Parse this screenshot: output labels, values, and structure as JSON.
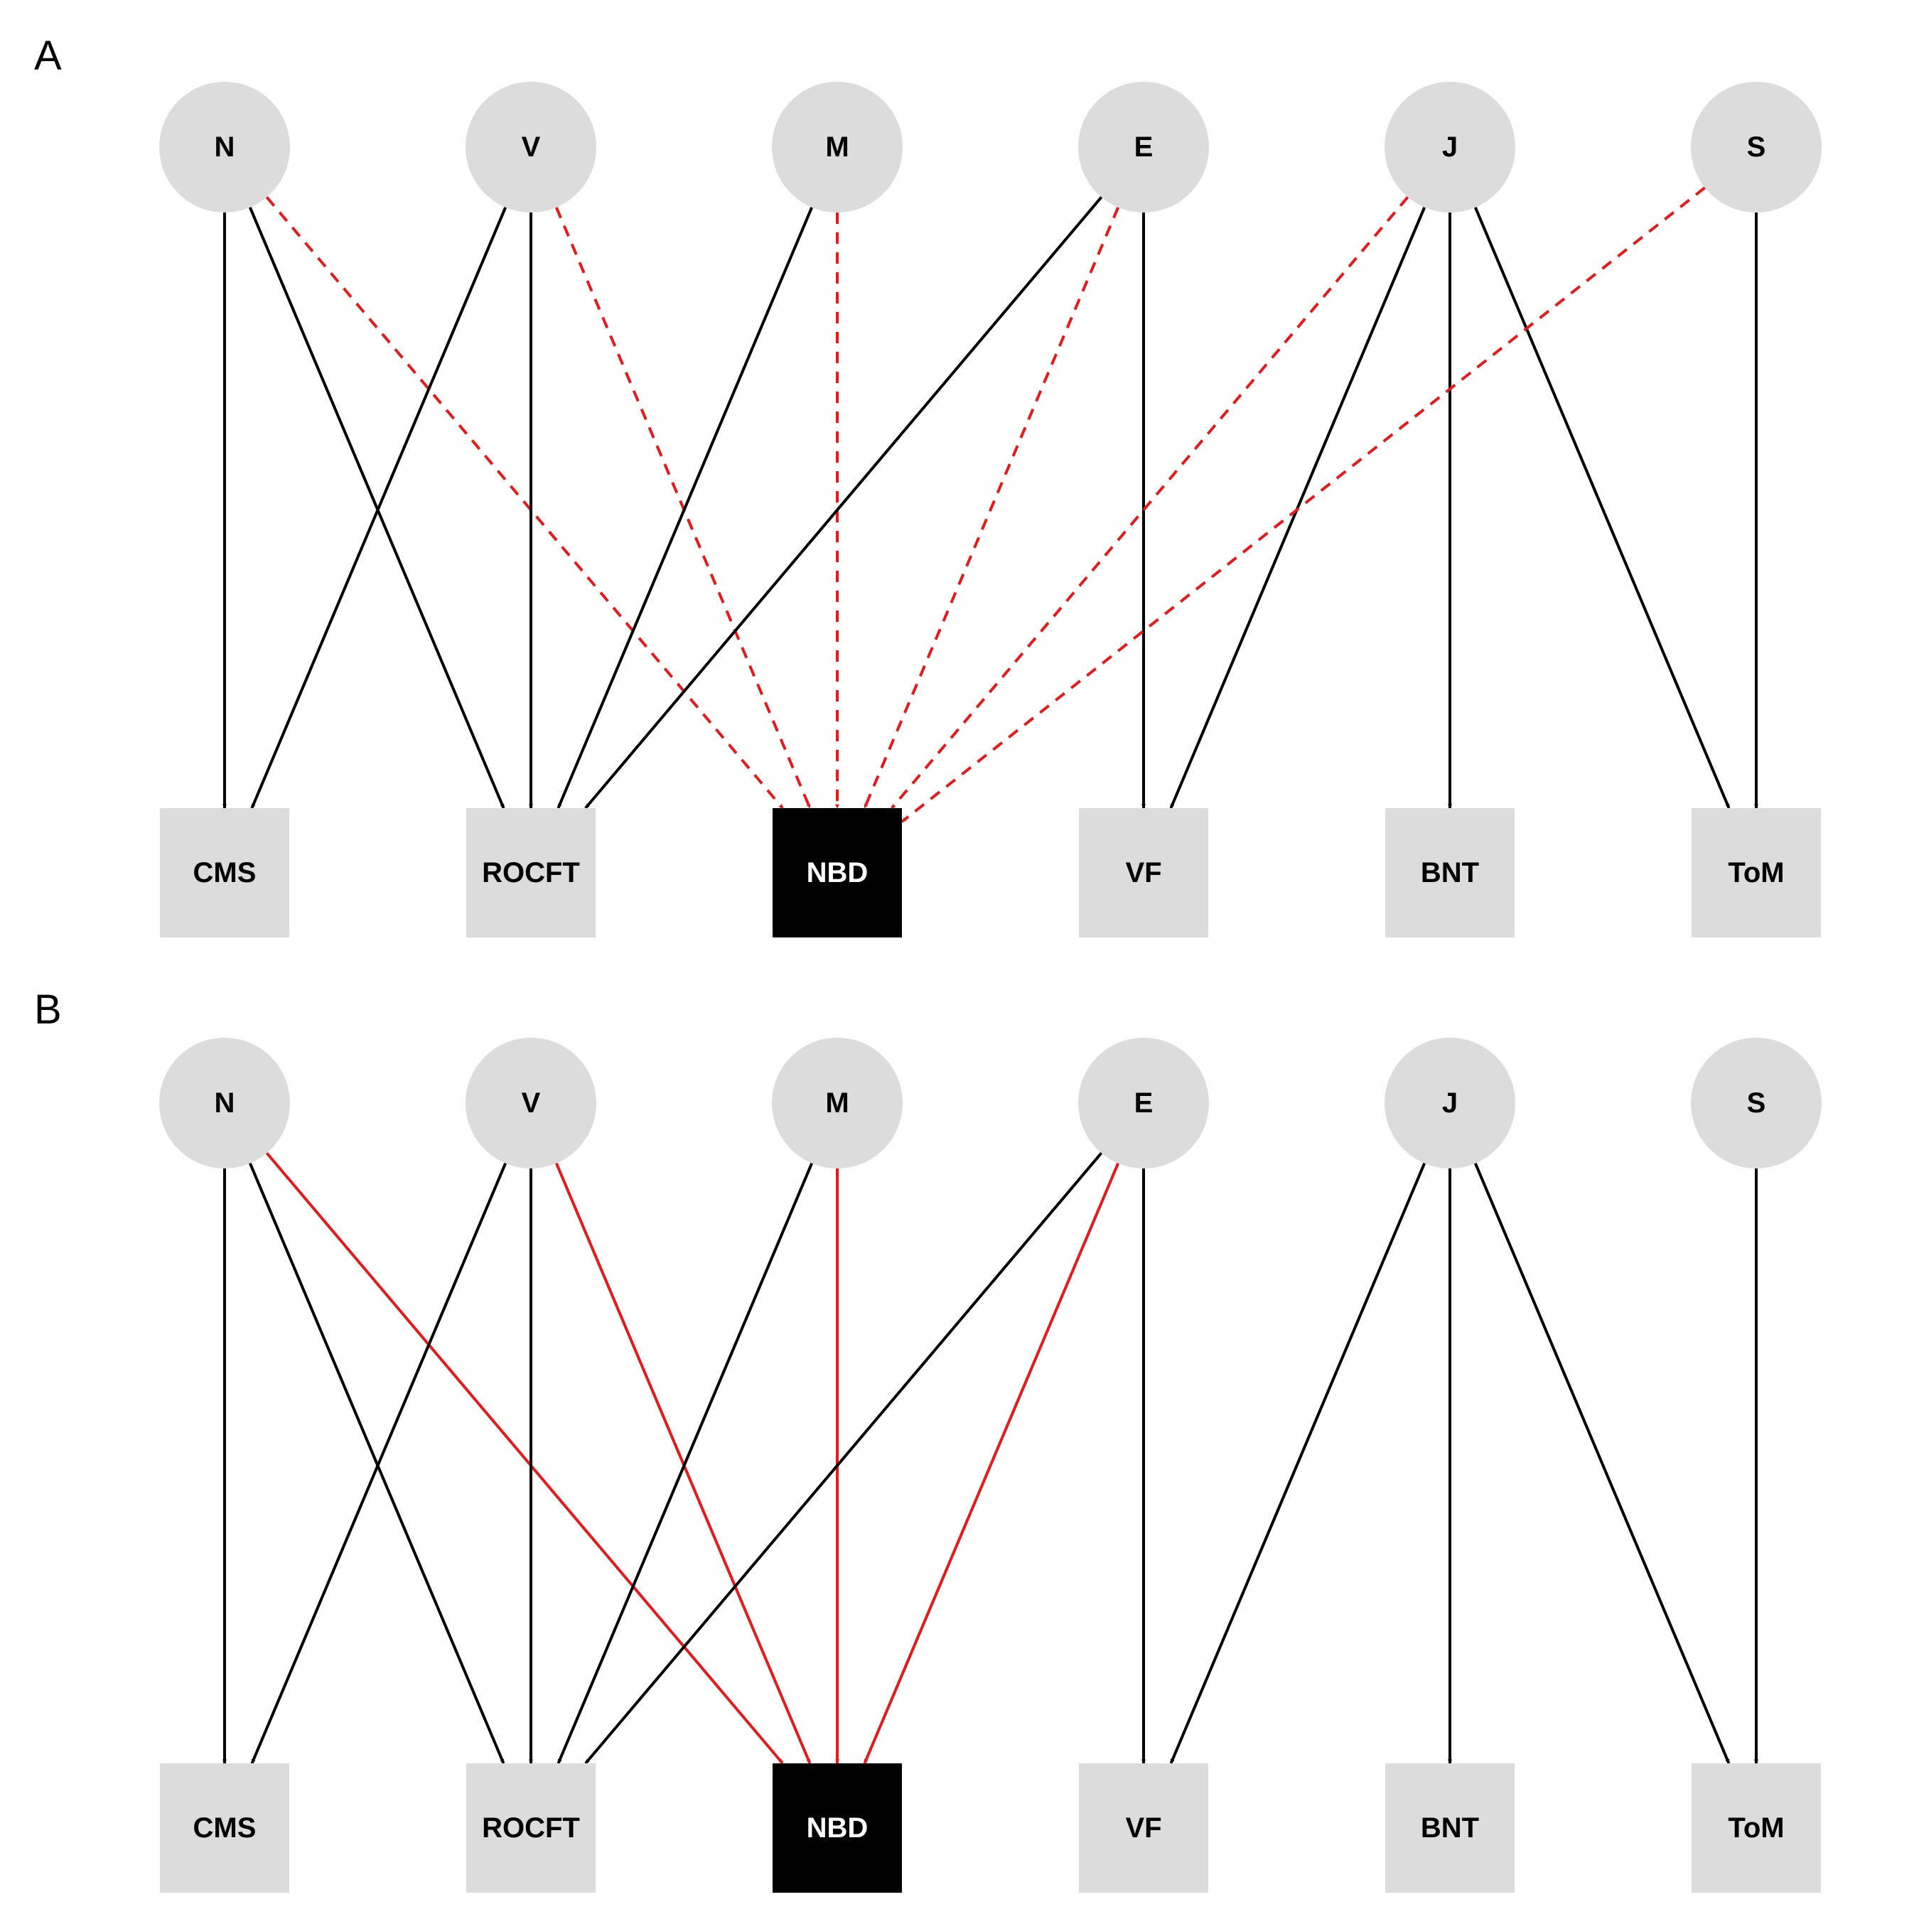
{
  "panels": [
    {
      "label": "A",
      "latent_nodes": [
        "N",
        "V",
        "M",
        "E",
        "J",
        "S"
      ],
      "observed_nodes": [
        "CMS",
        "ROCFT",
        "NBD",
        "VF",
        "BNT",
        "ToM"
      ],
      "highlighted_node": "NBD",
      "edges": [
        {
          "from": "N",
          "to": "CMS",
          "color": "#000000",
          "style": "solid"
        },
        {
          "from": "N",
          "to": "ROCFT",
          "color": "#000000",
          "style": "solid"
        },
        {
          "from": "N",
          "to": "NBD",
          "color": "#e41a1c",
          "style": "dashed"
        },
        {
          "from": "V",
          "to": "CMS",
          "color": "#000000",
          "style": "solid"
        },
        {
          "from": "V",
          "to": "ROCFT",
          "color": "#000000",
          "style": "solid"
        },
        {
          "from": "V",
          "to": "NBD",
          "color": "#e41a1c",
          "style": "dashed"
        },
        {
          "from": "M",
          "to": "ROCFT",
          "color": "#000000",
          "style": "solid"
        },
        {
          "from": "M",
          "to": "NBD",
          "color": "#e41a1c",
          "style": "dashed"
        },
        {
          "from": "E",
          "to": "ROCFT",
          "color": "#000000",
          "style": "solid"
        },
        {
          "from": "E",
          "to": "NBD",
          "color": "#e41a1c",
          "style": "dashed"
        },
        {
          "from": "E",
          "to": "VF",
          "color": "#000000",
          "style": "solid"
        },
        {
          "from": "J",
          "to": "NBD",
          "color": "#e41a1c",
          "style": "dashed"
        },
        {
          "from": "J",
          "to": "VF",
          "color": "#000000",
          "style": "solid"
        },
        {
          "from": "J",
          "to": "BNT",
          "color": "#000000",
          "style": "solid"
        },
        {
          "from": "J",
          "to": "ToM",
          "color": "#000000",
          "style": "solid"
        },
        {
          "from": "S",
          "to": "NBD",
          "color": "#e41a1c",
          "style": "dashed"
        },
        {
          "from": "S",
          "to": "ToM",
          "color": "#000000",
          "style": "solid"
        }
      ]
    },
    {
      "label": "B",
      "latent_nodes": [
        "N",
        "V",
        "M",
        "E",
        "J",
        "S"
      ],
      "observed_nodes": [
        "CMS",
        "ROCFT",
        "NBD",
        "VF",
        "BNT",
        "ToM"
      ],
      "highlighted_node": "NBD",
      "edges": [
        {
          "from": "N",
          "to": "CMS",
          "color": "#000000",
          "style": "solid"
        },
        {
          "from": "N",
          "to": "ROCFT",
          "color": "#000000",
          "style": "solid"
        },
        {
          "from": "N",
          "to": "NBD",
          "color": "#e41a1c",
          "style": "solid"
        },
        {
          "from": "V",
          "to": "CMS",
          "color": "#000000",
          "style": "solid"
        },
        {
          "from": "V",
          "to": "ROCFT",
          "color": "#000000",
          "style": "solid"
        },
        {
          "from": "V",
          "to": "NBD",
          "color": "#e41a1c",
          "style": "solid"
        },
        {
          "from": "M",
          "to": "ROCFT",
          "color": "#000000",
          "style": "solid"
        },
        {
          "from": "M",
          "to": "NBD",
          "color": "#e41a1c",
          "style": "solid"
        },
        {
          "from": "E",
          "to": "ROCFT",
          "color": "#000000",
          "style": "solid"
        },
        {
          "from": "E",
          "to": "NBD",
          "color": "#e41a1c",
          "style": "solid"
        },
        {
          "from": "E",
          "to": "VF",
          "color": "#000000",
          "style": "solid"
        },
        {
          "from": "J",
          "to": "VF",
          "color": "#000000",
          "style": "solid"
        },
        {
          "from": "J",
          "to": "BNT",
          "color": "#000000",
          "style": "solid"
        },
        {
          "from": "J",
          "to": "ToM",
          "color": "#000000",
          "style": "solid"
        },
        {
          "from": "S",
          "to": "ToM",
          "color": "#000000",
          "style": "solid"
        }
      ]
    }
  ],
  "colors": {
    "node_fill": "#dcdcdc",
    "highlight_fill": "#000000",
    "highlight_text": "#ffffff",
    "node_text": "#000000",
    "path_black": "#000000",
    "path_red": "#e41a1c"
  }
}
